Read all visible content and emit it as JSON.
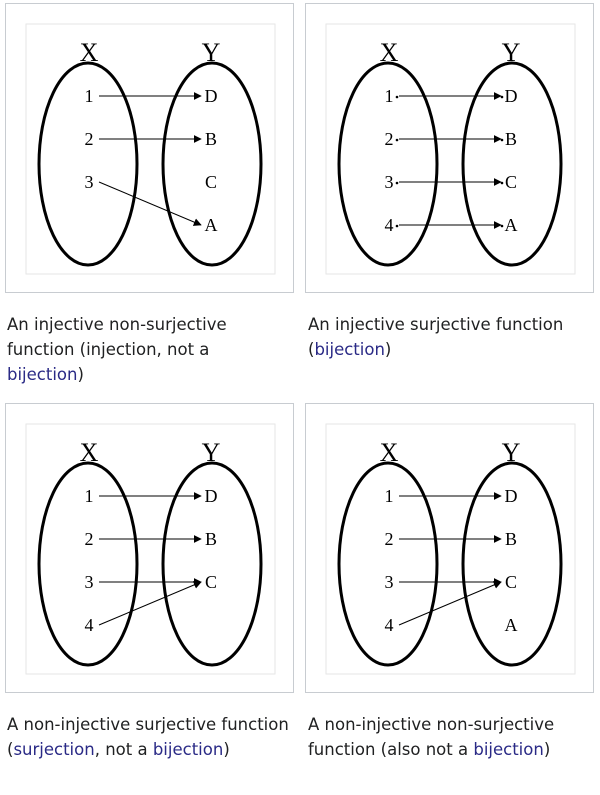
{
  "panels": [
    {
      "set_x": "X",
      "set_y": "Y",
      "x_labels": [
        "1",
        "2",
        "3"
      ],
      "y_labels": [
        "D",
        "B",
        "C",
        "A"
      ],
      "dots": false,
      "mappings": [
        [
          "1",
          "D"
        ],
        [
          "2",
          "B"
        ],
        [
          "3",
          "A"
        ]
      ],
      "caption": {
        "text1": "An injective non-surjective function (injection, not a ",
        "link1": "bijection",
        "text2": ")"
      }
    },
    {
      "set_x": "X",
      "set_y": "Y",
      "x_labels": [
        "1",
        "2",
        "3",
        "4"
      ],
      "y_labels": [
        "D",
        "B",
        "C",
        "A"
      ],
      "dots": true,
      "mappings": [
        [
          "1",
          "D"
        ],
        [
          "2",
          "B"
        ],
        [
          "3",
          "C"
        ],
        [
          "4",
          "A"
        ]
      ],
      "caption": {
        "text1": "An injective surjective function (",
        "link1": "bijection",
        "text2": ")"
      }
    },
    {
      "set_x": "X",
      "set_y": "Y",
      "x_labels": [
        "1",
        "2",
        "3",
        "4"
      ],
      "y_labels": [
        "D",
        "B",
        "C"
      ],
      "dots": false,
      "mappings": [
        [
          "1",
          "D"
        ],
        [
          "2",
          "B"
        ],
        [
          "3",
          "C"
        ],
        [
          "4",
          "C"
        ]
      ],
      "caption": {
        "text1": "A non-injective surjective function (",
        "link1": "surjection",
        "text2": ", not a ",
        "link2": "bijection",
        "text3": ")"
      }
    },
    {
      "set_x": "X",
      "set_y": "Y",
      "x_labels": [
        "1",
        "2",
        "3",
        "4"
      ],
      "y_labels": [
        "D",
        "B",
        "C",
        "A"
      ],
      "dots": false,
      "mappings": [
        [
          "1",
          "D"
        ],
        [
          "2",
          "B"
        ],
        [
          "3",
          "C"
        ],
        [
          "4",
          "C"
        ]
      ],
      "caption": {
        "text1": "A non-injective non-surjective function (also not a ",
        "link1": "bijection",
        "text2": ")"
      }
    }
  ]
}
